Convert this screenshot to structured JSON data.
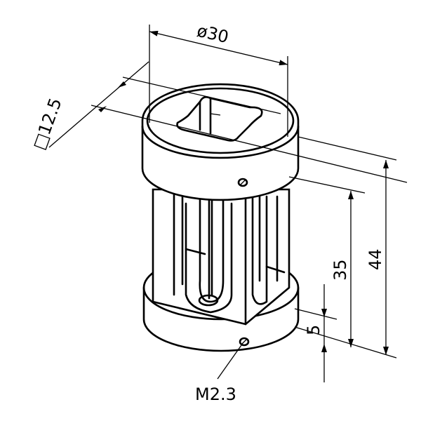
{
  "dimensions": {
    "diameter": "ø30",
    "square_drive": "□12.5",
    "total_height": "44",
    "upper_height": "35",
    "base_height": "5",
    "screw": "M2.3"
  }
}
